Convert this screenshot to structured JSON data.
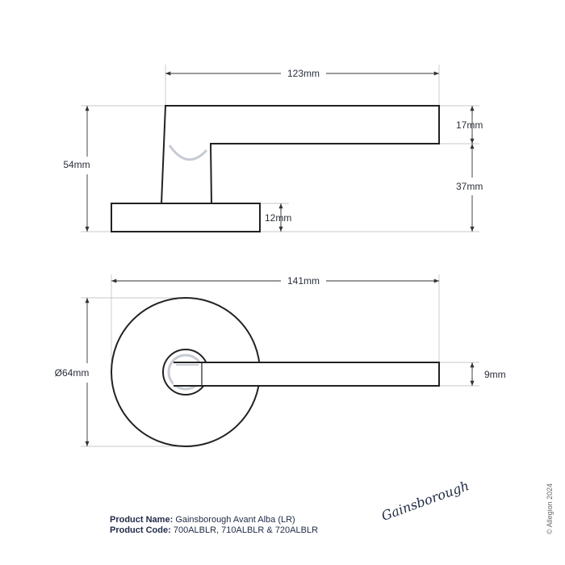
{
  "dimensions": {
    "top_width": "123mm",
    "arm_height": "17mm",
    "total_height": "54mm",
    "neck_height": "37mm",
    "rose_height": "12mm",
    "bottom_width": "141mm",
    "rose_diameter": "Ø64mm",
    "lever_width": "9mm"
  },
  "product": {
    "name_label": "Product Name:",
    "name_value": "Gainsborough Avant Alba (LR)",
    "code_label": "Product Code:",
    "code_value": "700ALBLR, 710ALBLR & 720ALBLR"
  },
  "brand": {
    "logo": "Gainsborough",
    "copyright": "© Allegion 2024"
  }
}
